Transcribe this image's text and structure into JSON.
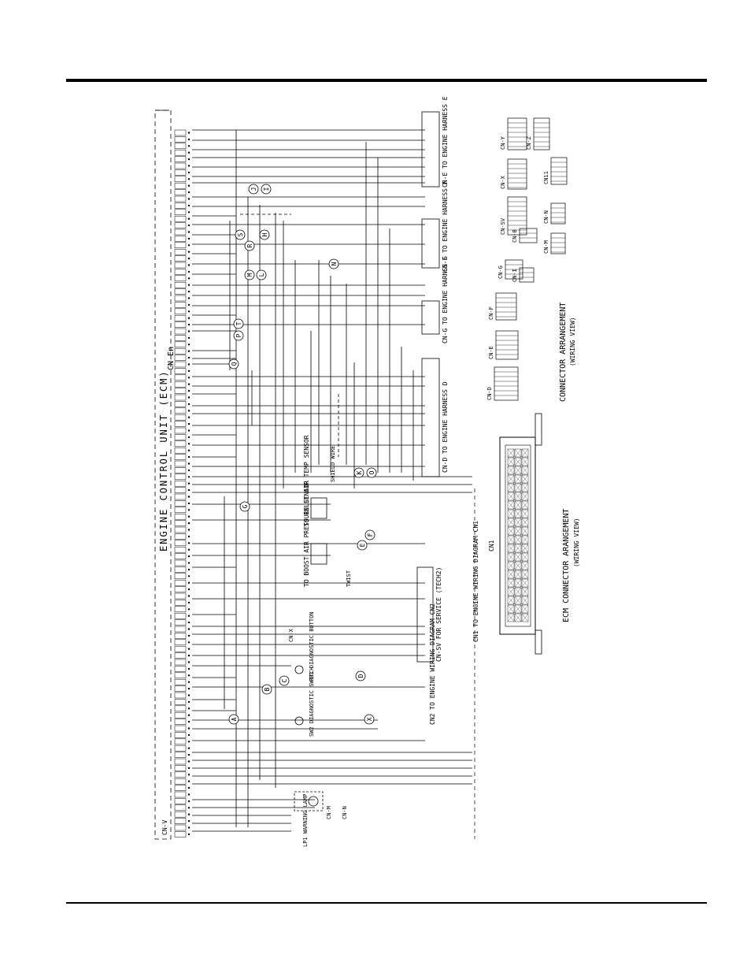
{
  "ecm_title": "ENGINE CONTROL UNIT (ECM)",
  "ecm_connector_arrangement": "ECM CONNECTOR ARANGEMENT",
  "ecm_wiring_view": "(WIRING VIEW)",
  "connector_arrangement": "CONNECTOR ARRANGEMENT",
  "connector_wiring_view": "(WIRING VIEW)",
  "harnesses": {
    "e": "CN-E  TO ENGINE HARNESS E",
    "f": "CN-F  TO ENGINE HARNESS F",
    "g": "CN-G  TO ENGINE HARNSS G",
    "d": "CN-D  TO ENGINE HARNESS D"
  },
  "cn_labels": {
    "en": "CN-En",
    "v": "CN-V",
    "sv": "CN-SV  FOR SERVICE (TECH2)",
    "cn1_diag": "CN1  TO ENGINE WIRING DIAGRAM CN1",
    "cn2_diag": "CN2  TO ENGINE WIRING DIAGRAM CN2",
    "x": "CN-X",
    "y": "CN-Y",
    "m": "CN-M",
    "n": "CN-N",
    "b": "CN-B",
    "i": "CN-I",
    "cn_v_small": "CN-V",
    "shield": "SHIELD WIRE",
    "twist": "TWIST",
    "cn1_ecm": "CN1"
  },
  "side_items": {
    "lp1": "LP1 WARNING LAMP",
    "sw2": "SW2 DIAGNOSTIC SWITCH",
    "pb1": "PB1 DIAGNOSTIC BUTTON",
    "boost": "TO BOOST AIR PRESSURE SENSOR",
    "inlet": "TO INLET AIR TEMP SENSOR"
  },
  "connector_icons": [
    "CN-Y",
    "CN-Z",
    "CN-X",
    "CN11",
    "CN-SV",
    "CN-N",
    "CN-B",
    "CN-M",
    "CN-G",
    "CN-I",
    "CN-F",
    "CN-E",
    "CN-D"
  ],
  "circle_markers": [
    "J",
    "I",
    "S",
    "H",
    "R",
    "N",
    "M",
    "L",
    "T",
    "P",
    "Q",
    "G",
    "K",
    "O",
    "F",
    "E",
    "D",
    "C",
    "B",
    "A",
    "X"
  ]
}
